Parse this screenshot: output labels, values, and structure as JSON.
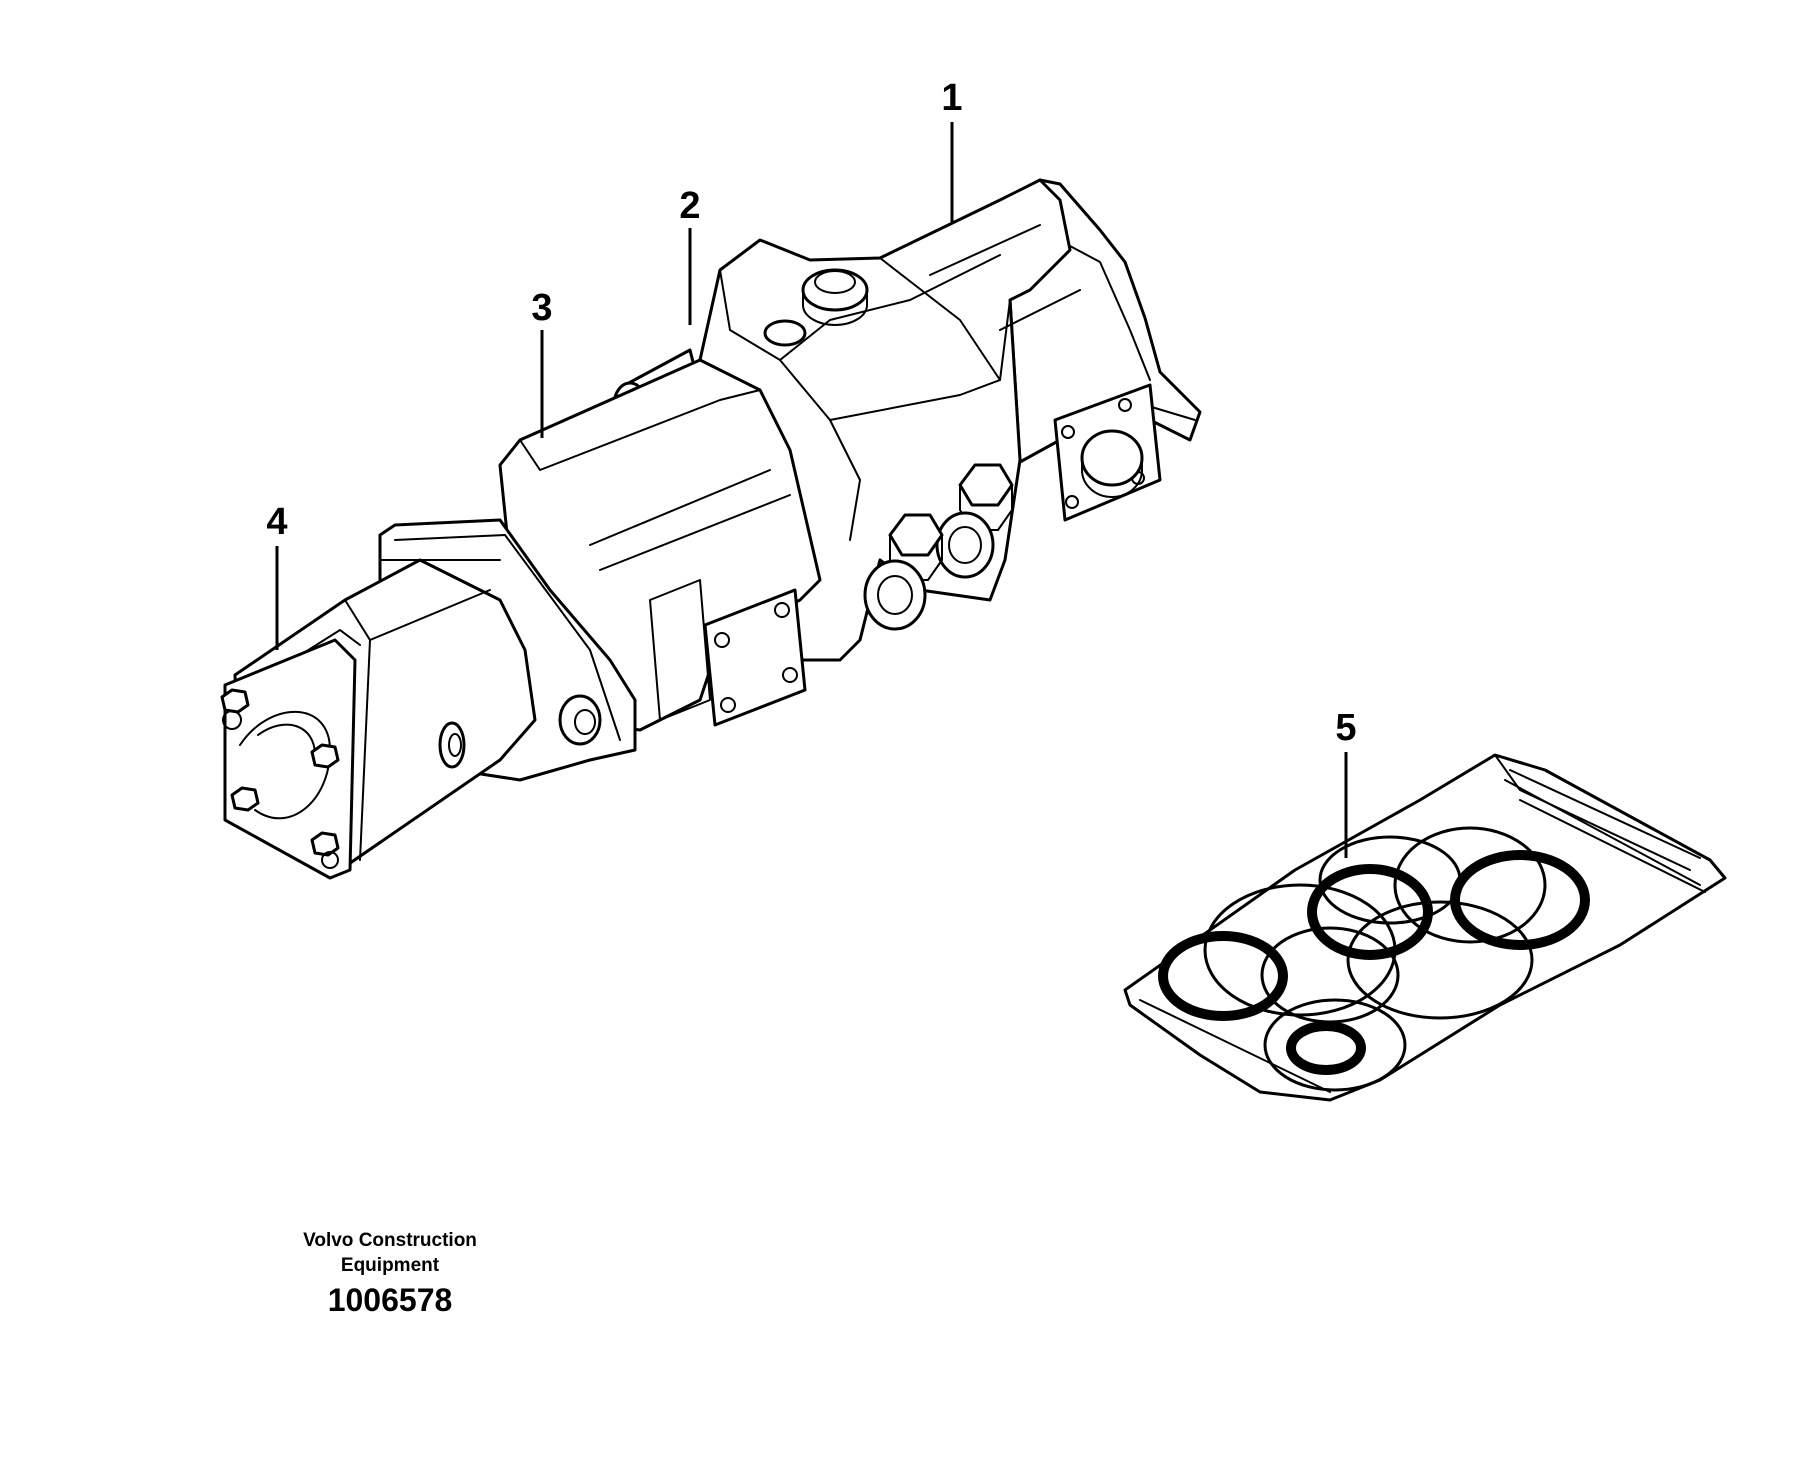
{
  "callouts": [
    {
      "id": "1",
      "label": "1"
    },
    {
      "id": "2",
      "label": "2"
    },
    {
      "id": "3",
      "label": "3"
    },
    {
      "id": "4",
      "label": "4"
    },
    {
      "id": "5",
      "label": "5"
    }
  ],
  "caption": {
    "company_line1": "Volvo Construction",
    "company_line2": "Equipment",
    "drawing_number": "1006578"
  }
}
